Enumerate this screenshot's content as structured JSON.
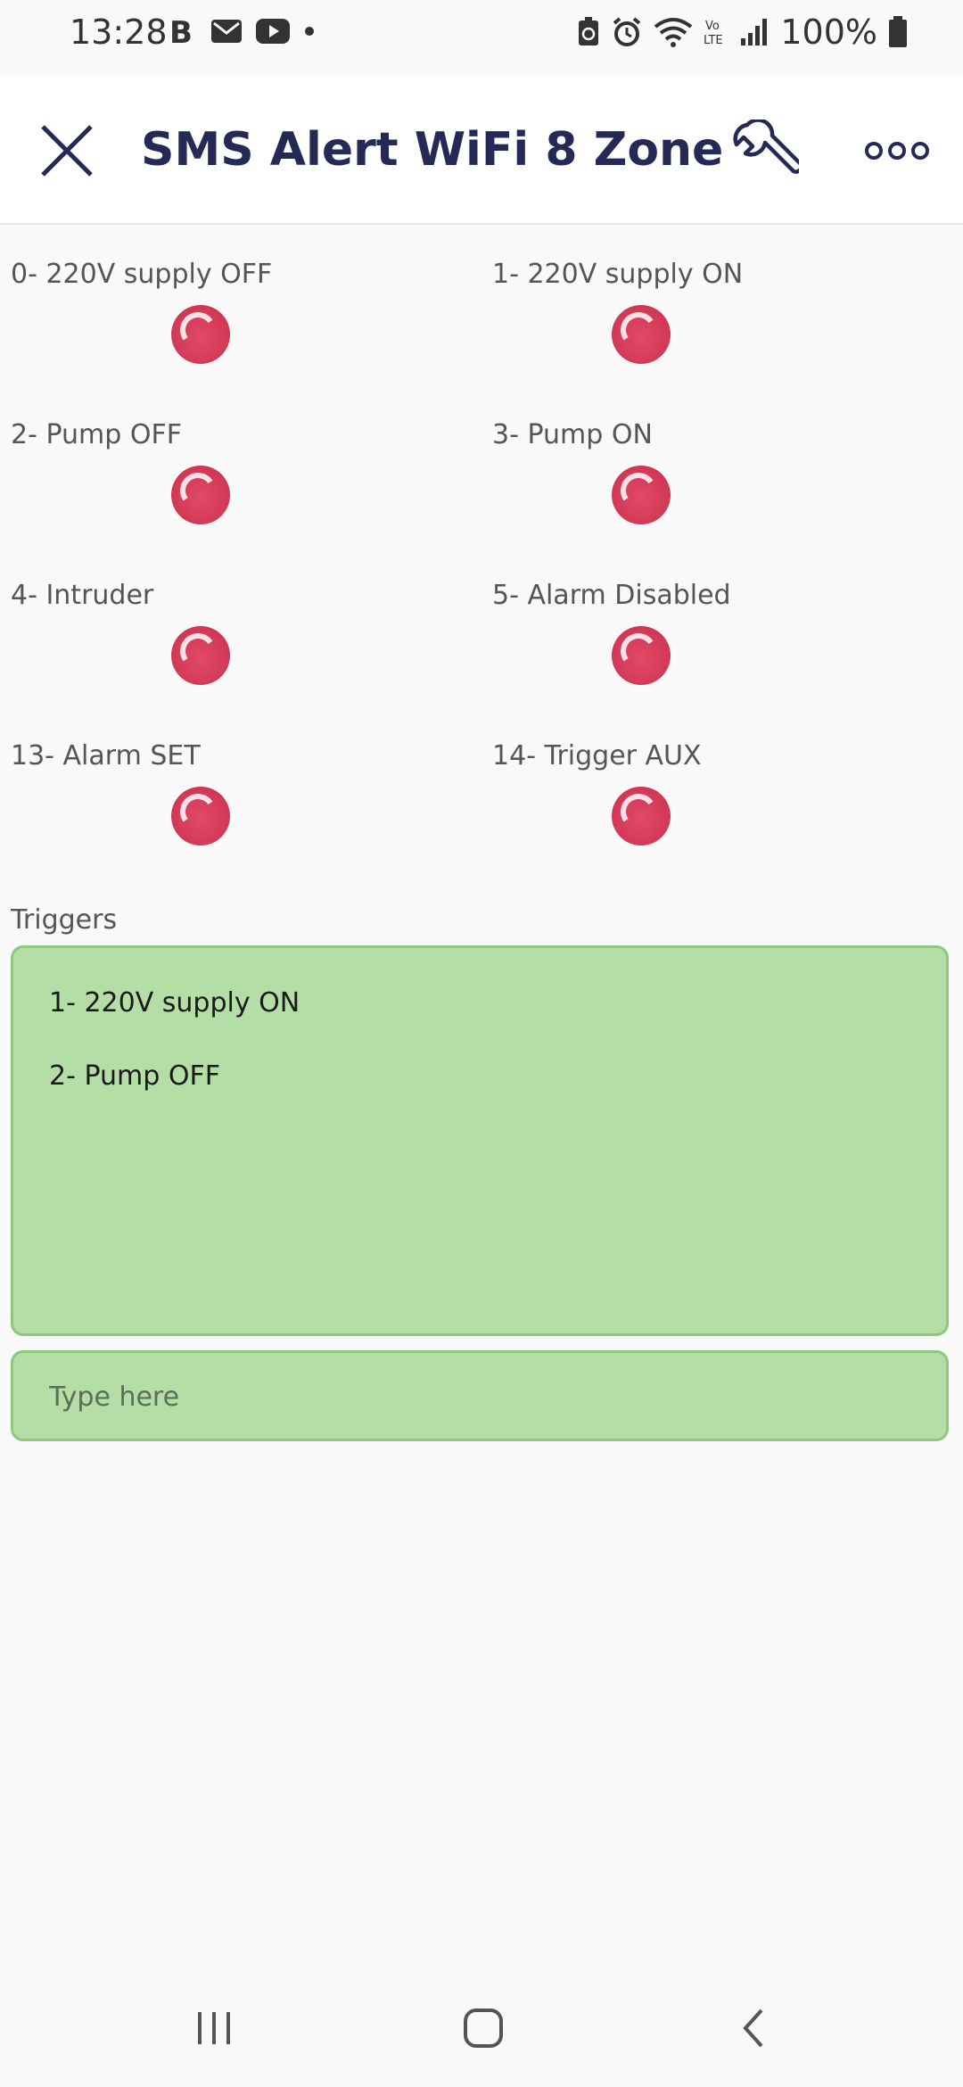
{
  "status_bar": {
    "time": "13:28",
    "left_icons": [
      "b-icon",
      "mail-icon",
      "youtube-icon",
      "dot-icon"
    ],
    "right_icons": [
      "battery-saver-icon",
      "alarm-icon",
      "wifi-icon",
      "volte-icon",
      "signal-icon"
    ],
    "battery_text": "100%"
  },
  "app_bar": {
    "title": "SMS Alert WiFi 8 Zone"
  },
  "leds": [
    {
      "label": "0- 220V supply OFF",
      "state": "off",
      "color": "#d33a58"
    },
    {
      "label": "1- 220V supply ON",
      "state": "off",
      "color": "#d33a58"
    },
    {
      "label": "2- Pump OFF",
      "state": "off",
      "color": "#d33a58"
    },
    {
      "label": "3- Pump ON",
      "state": "off",
      "color": "#d33a58"
    },
    {
      "label": "4- Intruder",
      "state": "off",
      "color": "#d33a58"
    },
    {
      "label": "5- Alarm Disabled",
      "state": "off",
      "color": "#d33a58"
    },
    {
      "label": "13- Alarm SET",
      "state": "off",
      "color": "#d33a58"
    },
    {
      "label": "14- Trigger AUX",
      "state": "off",
      "color": "#d33a58"
    }
  ],
  "triggers": {
    "label": "Triggers",
    "lines": [
      "1- 220V supply ON",
      "2- Pump OFF"
    ]
  },
  "input": {
    "placeholder": "Type here",
    "value": ""
  },
  "colors": {
    "title": "#242a55",
    "box_fill": "#b4dea6",
    "box_border": "#8cc97e"
  }
}
